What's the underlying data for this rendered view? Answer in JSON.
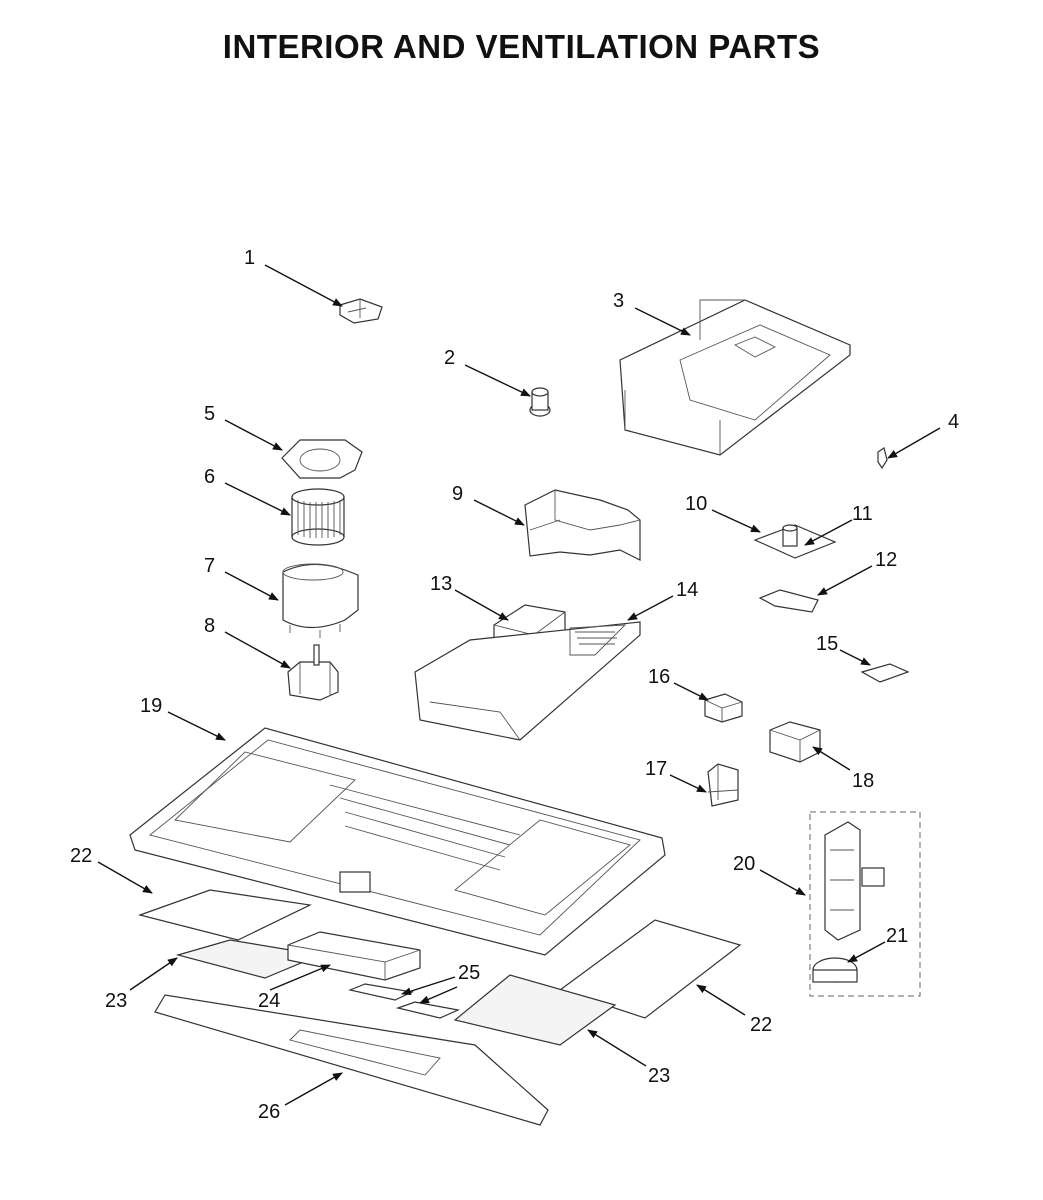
{
  "title": "INTERIOR AND VENTILATION PARTS",
  "callouts": [
    "1",
    "2",
    "3",
    "4",
    "5",
    "6",
    "7",
    "8",
    "9",
    "10",
    "11",
    "12",
    "13",
    "14",
    "15",
    "16",
    "17",
    "18",
    "19",
    "20",
    "21",
    "22",
    "23",
    "24",
    "25",
    "26"
  ],
  "repeat_callouts": {
    "22": "22",
    "23": "23"
  }
}
